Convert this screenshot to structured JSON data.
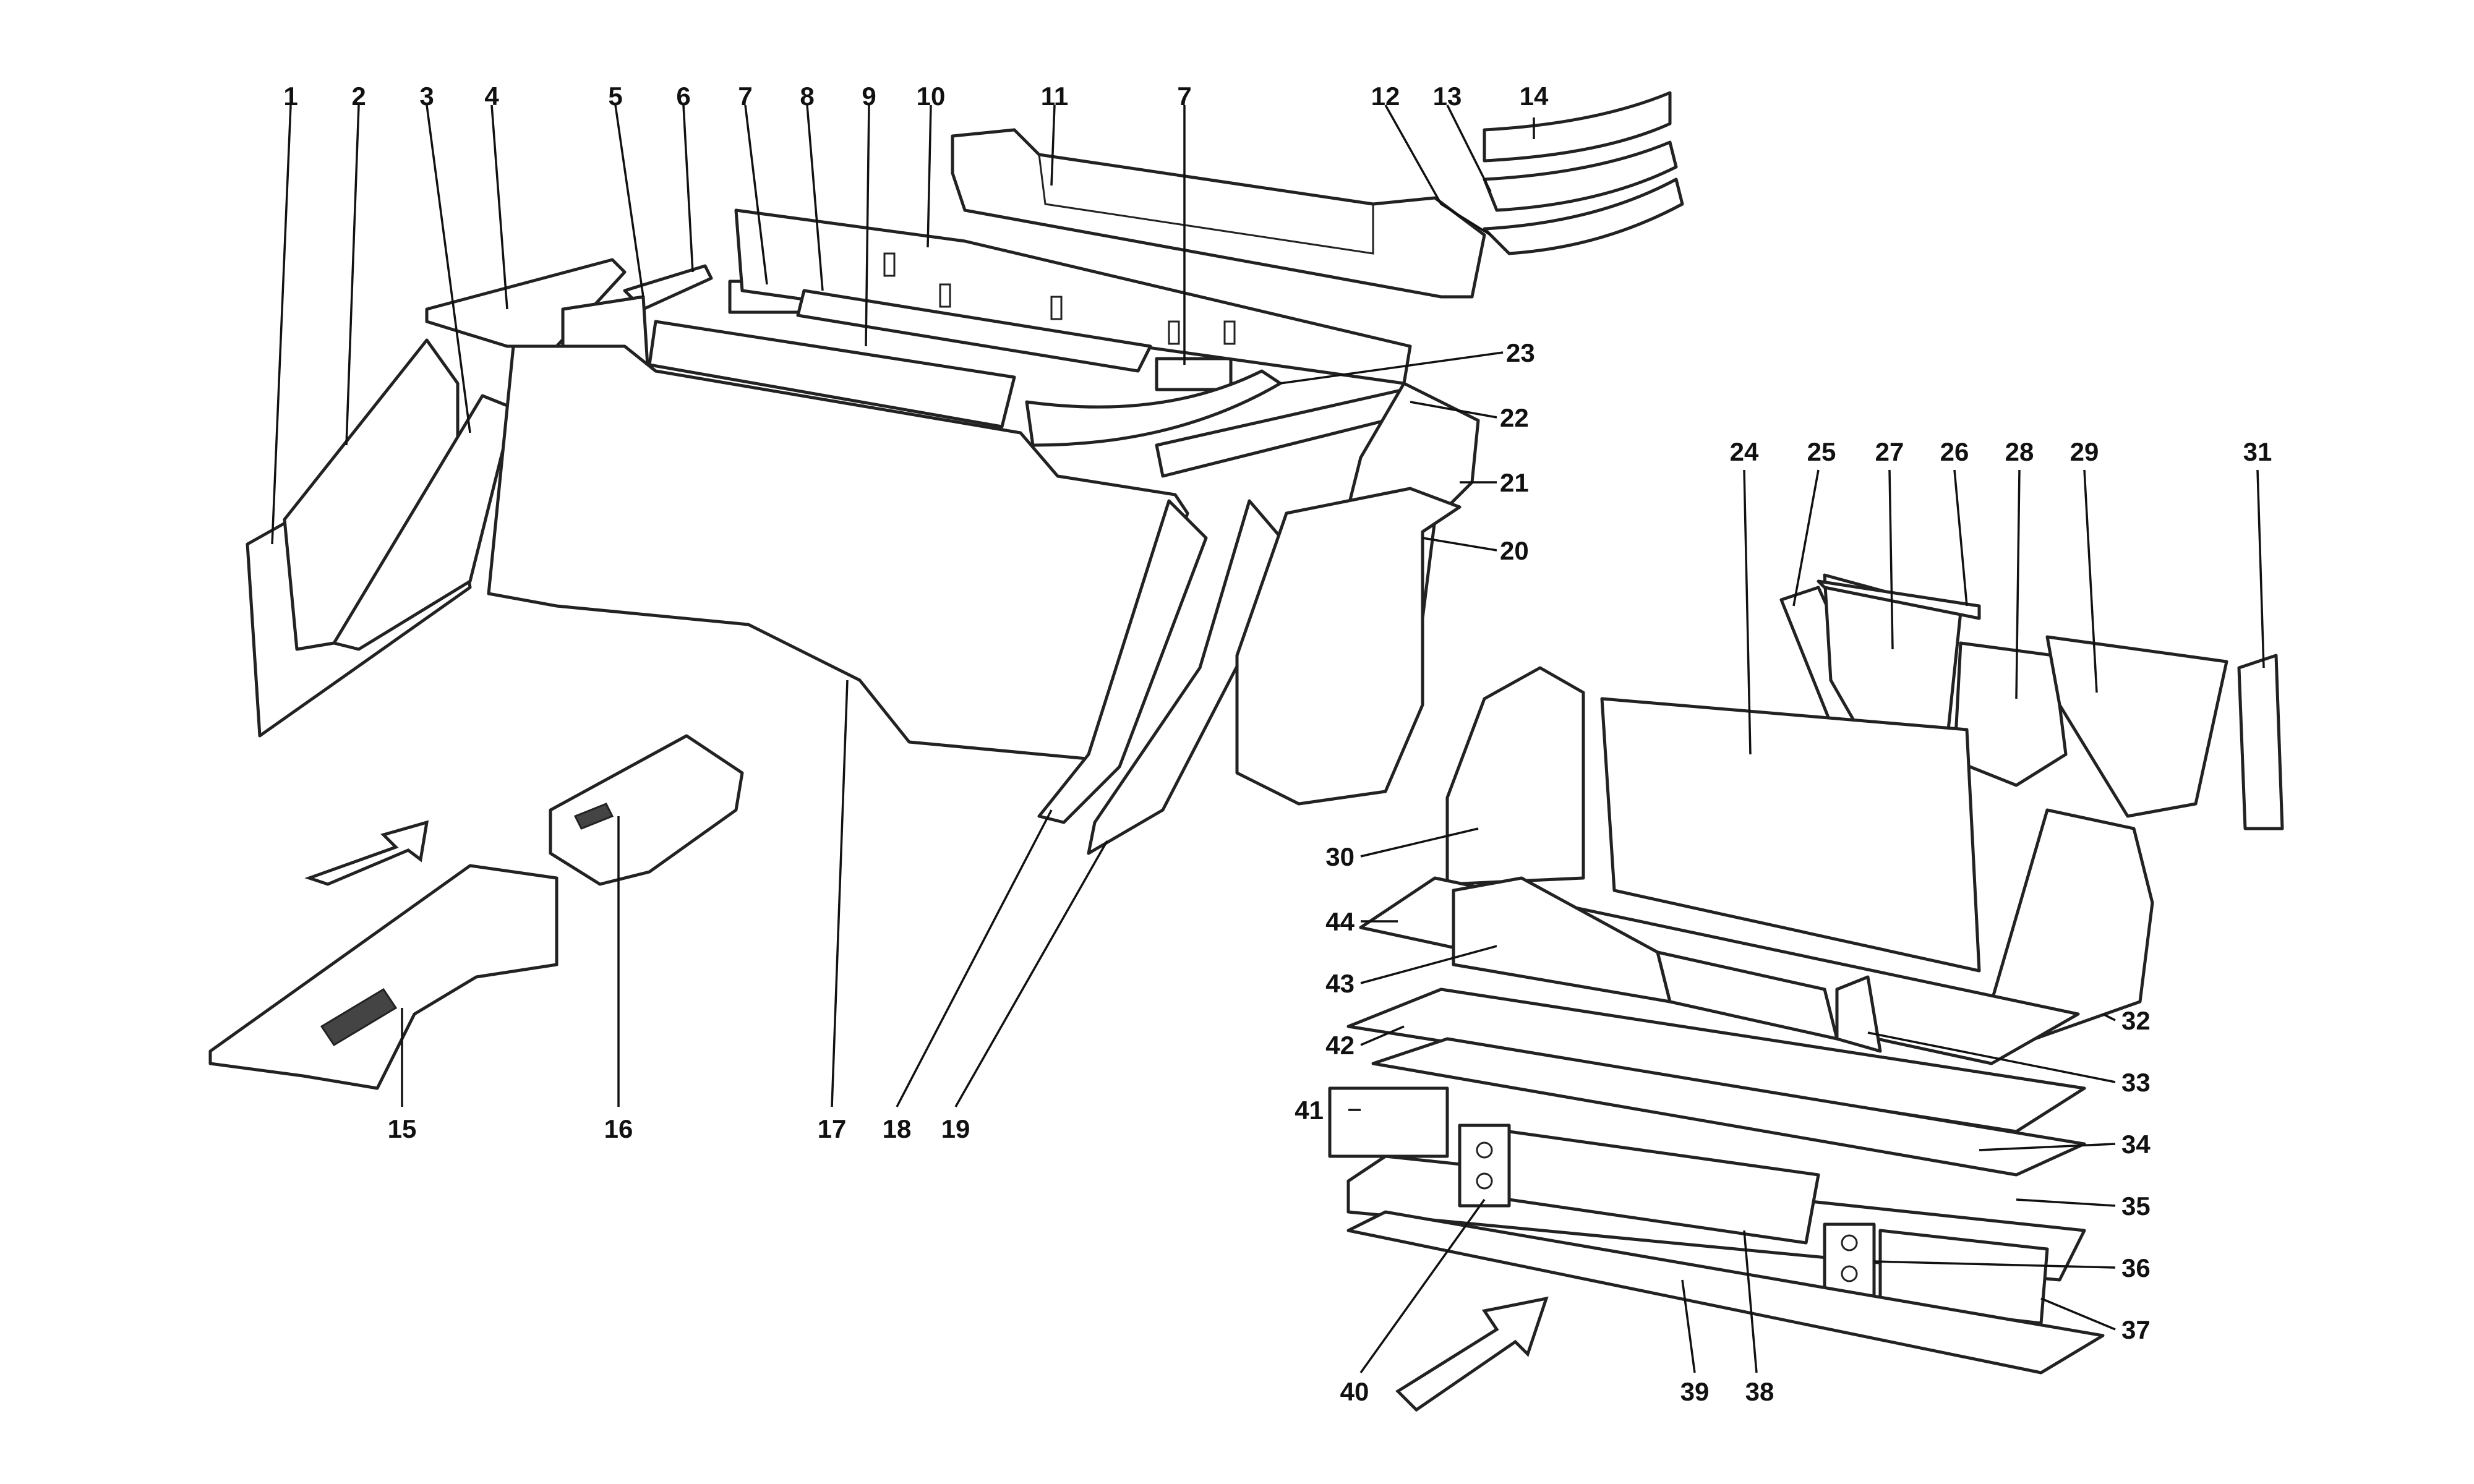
{
  "callouts": [
    {
      "id": "c1",
      "label": "1"
    },
    {
      "id": "c2",
      "label": "2"
    },
    {
      "id": "c3",
      "label": "3"
    },
    {
      "id": "c4",
      "label": "4"
    },
    {
      "id": "c5",
      "label": "5"
    },
    {
      "id": "c6",
      "label": "6"
    },
    {
      "id": "c7a",
      "label": "7"
    },
    {
      "id": "c8",
      "label": "8"
    },
    {
      "id": "c9",
      "label": "9"
    },
    {
      "id": "c10",
      "label": "10"
    },
    {
      "id": "c11",
      "label": "11"
    },
    {
      "id": "c7b",
      "label": "7"
    },
    {
      "id": "c12",
      "label": "12"
    },
    {
      "id": "c13",
      "label": "13"
    },
    {
      "id": "c14",
      "label": "14"
    },
    {
      "id": "c23",
      "label": "23"
    },
    {
      "id": "c22",
      "label": "22"
    },
    {
      "id": "c21",
      "label": "21"
    },
    {
      "id": "c20",
      "label": "20"
    },
    {
      "id": "c15",
      "label": "15"
    },
    {
      "id": "c16",
      "label": "16"
    },
    {
      "id": "c17",
      "label": "17"
    },
    {
      "id": "c18",
      "label": "18"
    },
    {
      "id": "c19",
      "label": "19"
    },
    {
      "id": "c24",
      "label": "24"
    },
    {
      "id": "c25",
      "label": "25"
    },
    {
      "id": "c27",
      "label": "27"
    },
    {
      "id": "c26",
      "label": "26"
    },
    {
      "id": "c28",
      "label": "28"
    },
    {
      "id": "c29",
      "label": "29"
    },
    {
      "id": "c31",
      "label": "31"
    },
    {
      "id": "c30",
      "label": "30"
    },
    {
      "id": "c44",
      "label": "44"
    },
    {
      "id": "c43",
      "label": "43"
    },
    {
      "id": "c42",
      "label": "42"
    },
    {
      "id": "c41",
      "label": "41"
    },
    {
      "id": "c32",
      "label": "32"
    },
    {
      "id": "c33",
      "label": "33"
    },
    {
      "id": "c34",
      "label": "34"
    },
    {
      "id": "c35",
      "label": "35"
    },
    {
      "id": "c36",
      "label": "36"
    },
    {
      "id": "c37",
      "label": "37"
    },
    {
      "id": "c40",
      "label": "40"
    },
    {
      "id": "c39",
      "label": "39"
    },
    {
      "id": "c38",
      "label": "38"
    }
  ]
}
